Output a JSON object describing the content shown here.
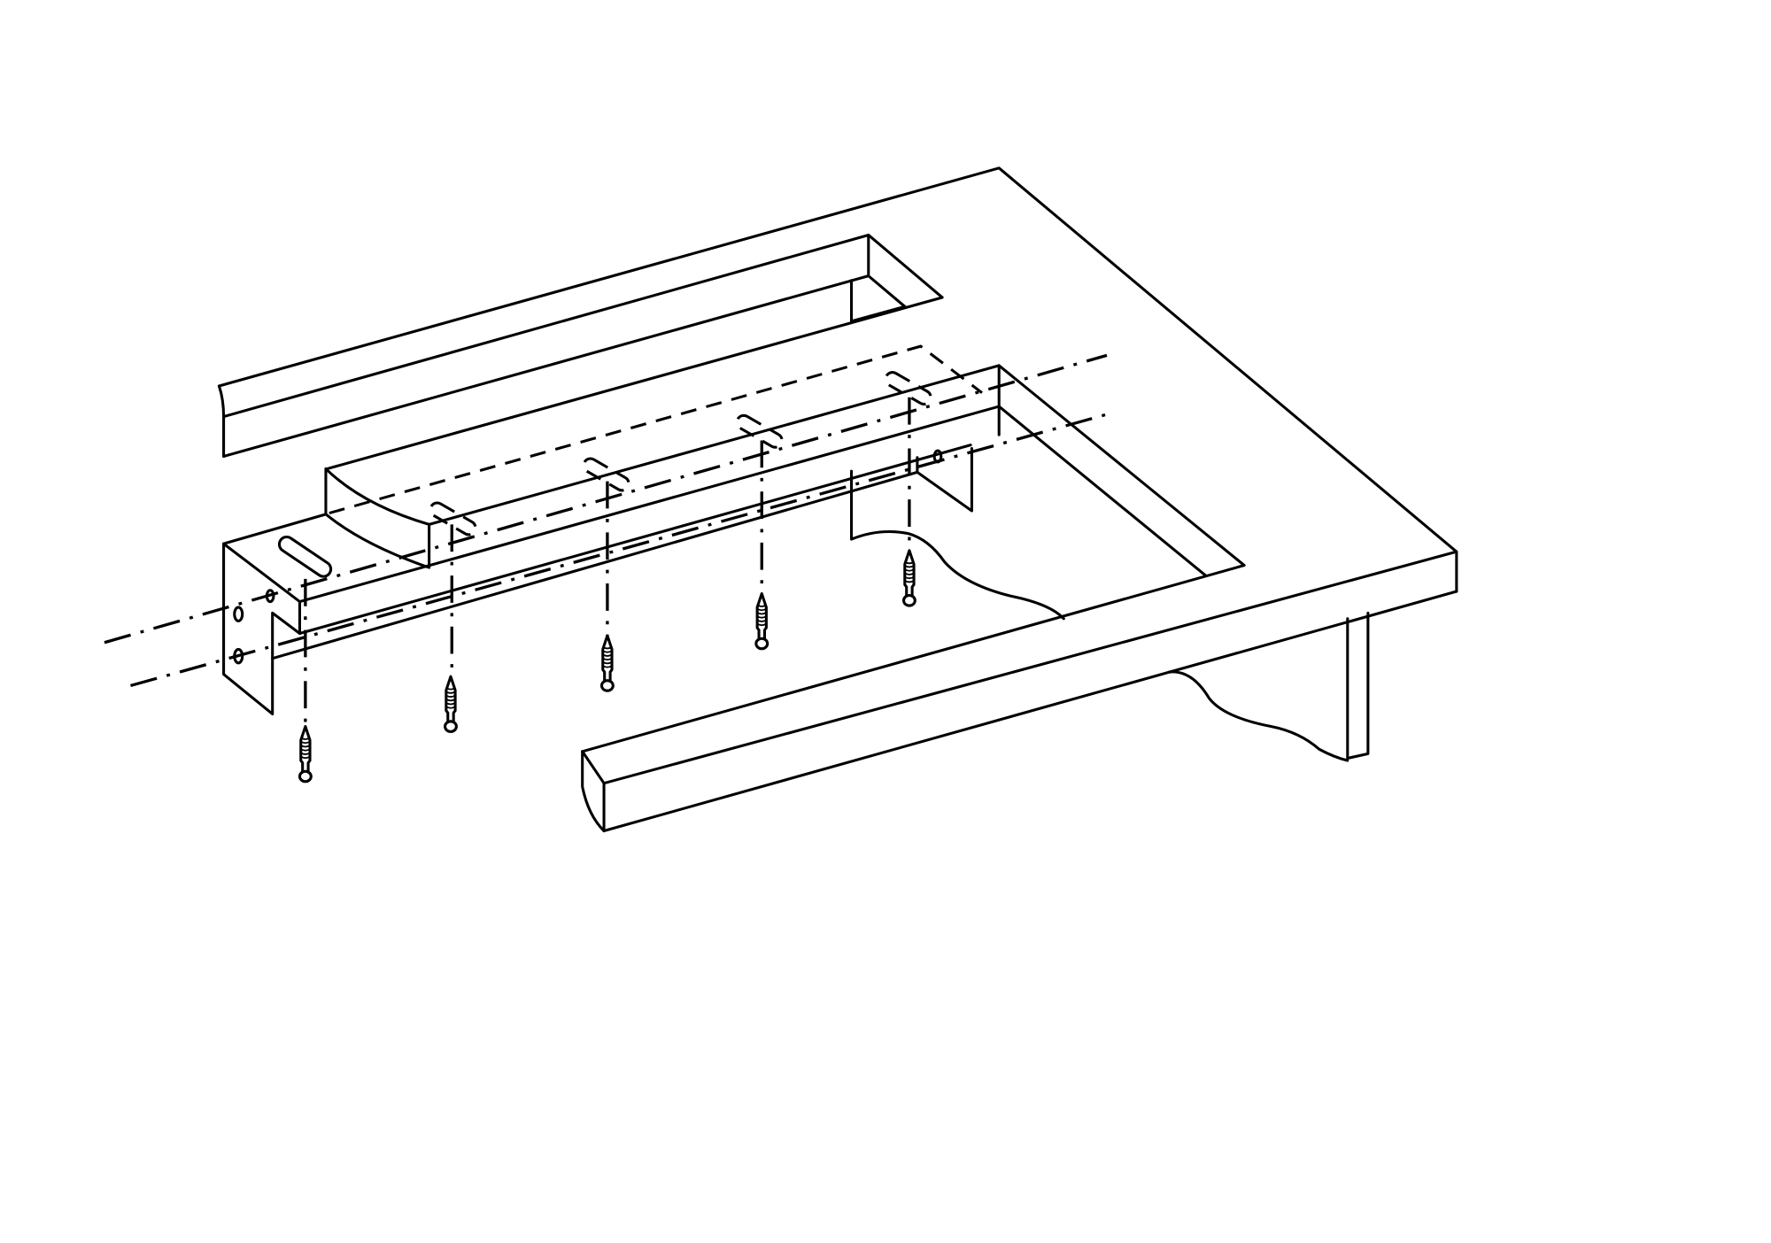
{
  "colors": {
    "line": "#000000",
    "background": "#ffffff"
  },
  "screws": [
    {
      "id": "screw-1"
    },
    {
      "id": "screw-2"
    },
    {
      "id": "screw-3"
    },
    {
      "id": "screw-4"
    },
    {
      "id": "screw-5"
    }
  ]
}
